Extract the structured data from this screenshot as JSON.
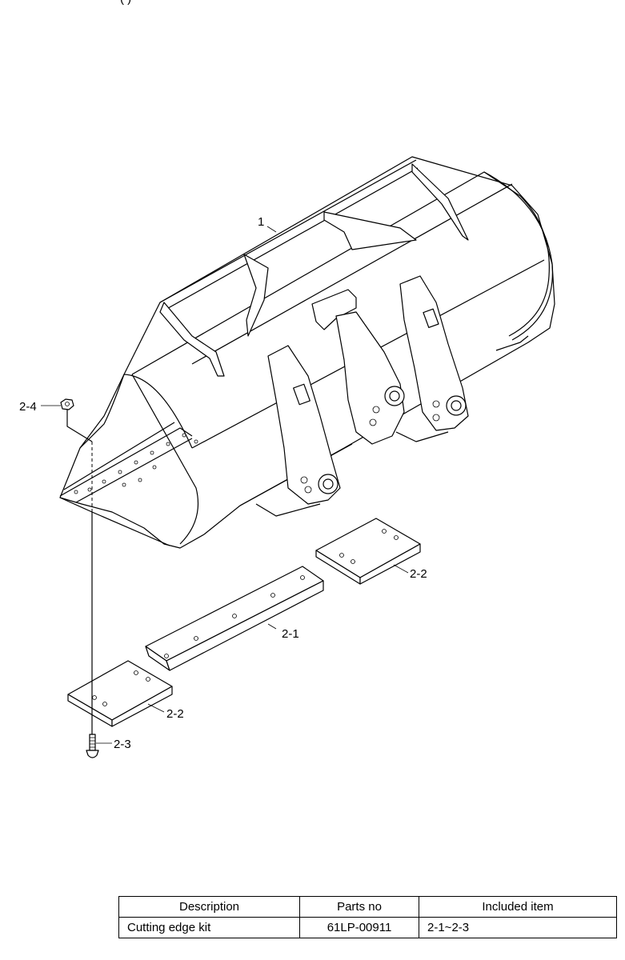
{
  "header": {
    "partial_text": "(              )"
  },
  "callouts": {
    "bucket": "1",
    "cutting_edge": "2-1",
    "end_bit_right": "2-2",
    "end_bit_left": "2-2",
    "bolt": "2-3",
    "nut": "2-4"
  },
  "parts_table": {
    "headers": [
      "Description",
      "Parts no",
      "Included item"
    ],
    "rows": [
      [
        "Cutting edge kit",
        "61LP-00911",
        "2-1~2-3"
      ]
    ]
  }
}
